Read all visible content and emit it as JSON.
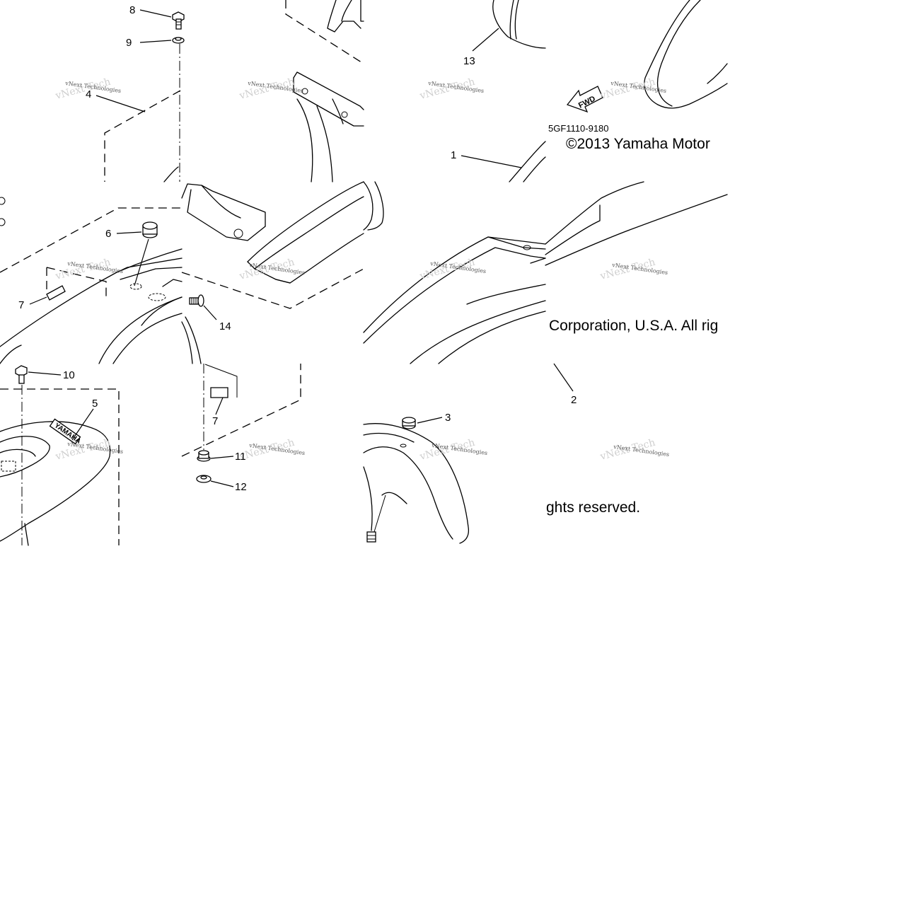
{
  "diagram": {
    "part_code": "5GF1110-9180",
    "copyright_part1": "©2013 Yamaha Motor",
    "copyright_part2": "Corporation, U.S.A. All rig",
    "copyright_part3": "ghts reserved.",
    "fwd_label": "FWD",
    "logo_text": "YAMAHA",
    "watermark_text": "vNext Technologies",
    "callouts": [
      "1",
      "2",
      "3",
      "4",
      "5",
      "6",
      "7",
      "7",
      "8",
      "9",
      "10",
      "11",
      "12",
      "13",
      "14"
    ]
  }
}
